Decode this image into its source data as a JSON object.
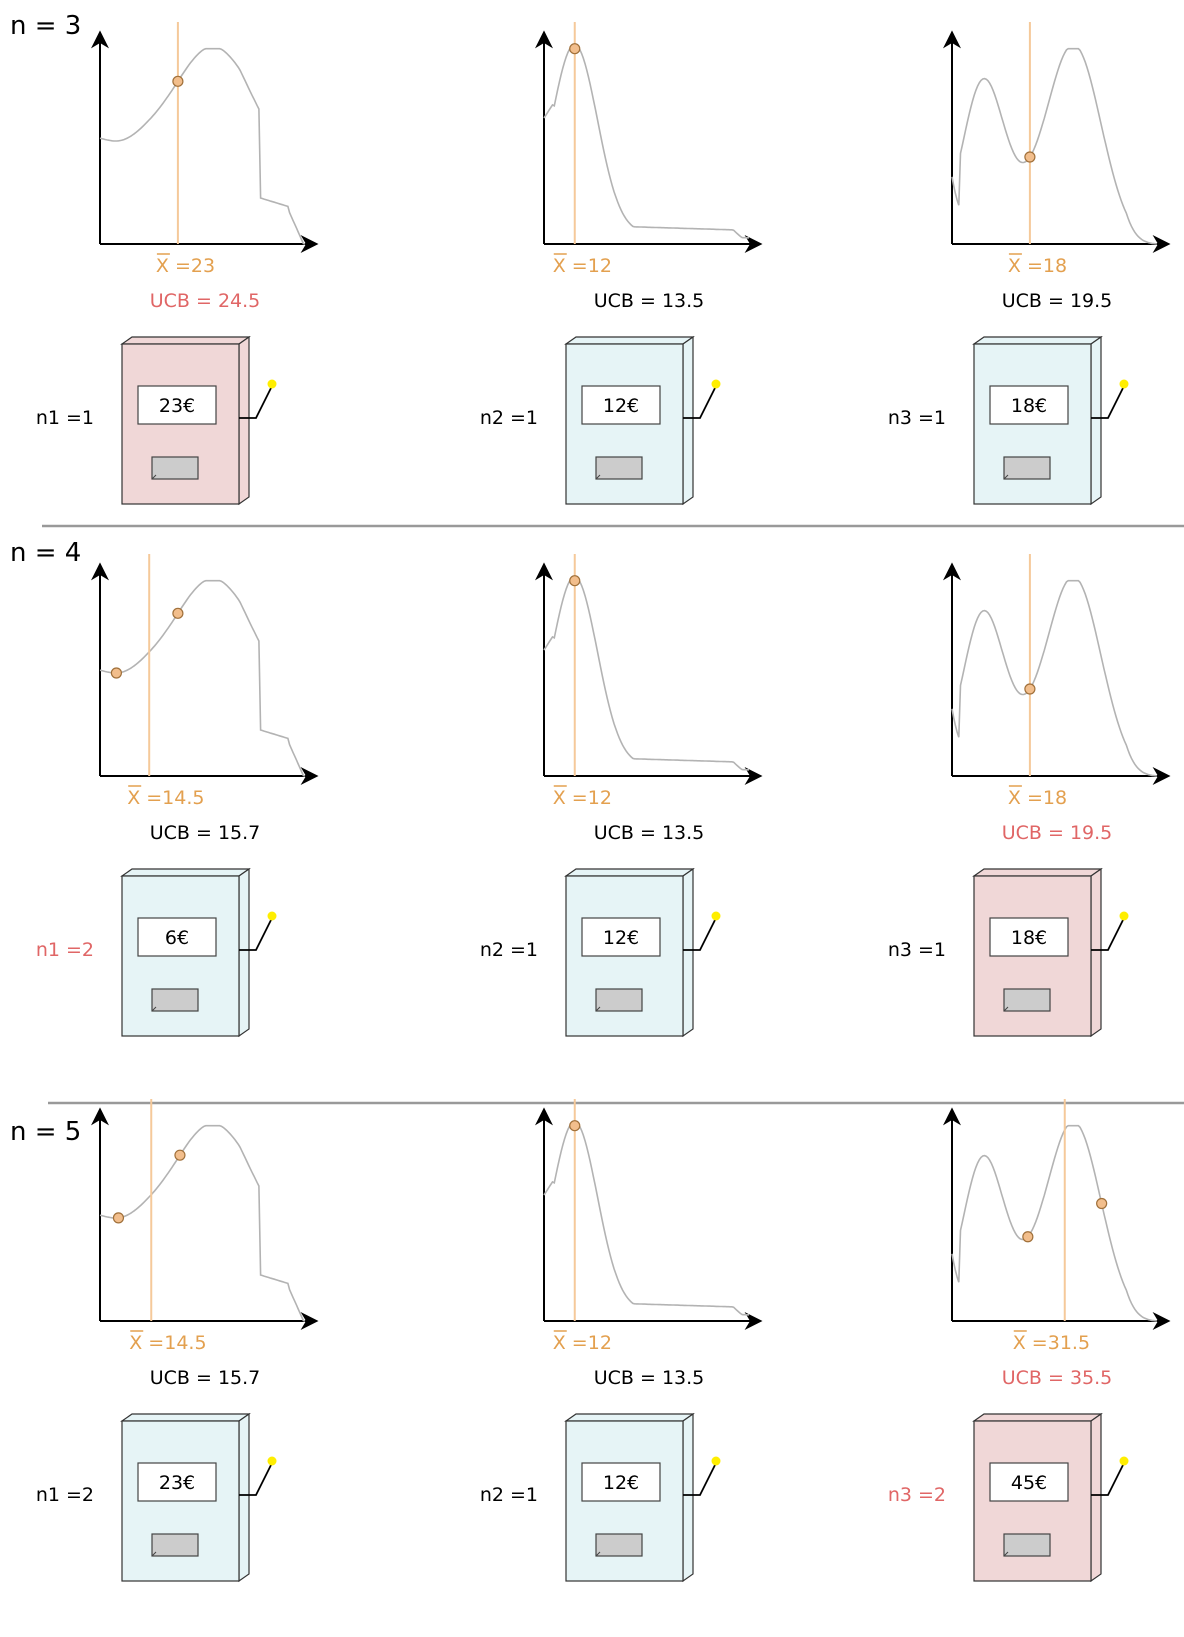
{
  "colors": {
    "mean": "#e3a04f",
    "mean_line": "#f5c99a",
    "highlight": "#e06666",
    "text": "#000000",
    "curve": "#b3b3b3",
    "dot_fill": "#f2be8c",
    "dot_stroke": "#a0703a",
    "machine_selected": "#f0d7d7",
    "machine_default": "#e6f4f6",
    "knob": "#ffee00",
    "separator": "#999999"
  },
  "rounds": [
    {
      "label": "n = 3",
      "arms": [
        {
          "mean_label": "X =23",
          "ucb_label": "UCB = 24.5",
          "ucb_highlight": true,
          "count_label": "n1 =1",
          "count_highlight": false,
          "reward_label": "23€",
          "machine_selected": true,
          "mean_line_x": 0.38,
          "samples_x": [
            0.38
          ]
        },
        {
          "mean_label": "X =12",
          "ucb_label": "UCB = 13.5",
          "ucb_highlight": false,
          "count_label": "n2 =1",
          "count_highlight": false,
          "reward_label": "12€",
          "machine_selected": false,
          "mean_line_x": 0.15,
          "samples_x": [
            0.15
          ]
        },
        {
          "mean_label": "X =18",
          "ucb_label": "UCB = 19.5",
          "ucb_highlight": false,
          "count_label": "n3 =1",
          "count_highlight": false,
          "reward_label": "18€",
          "machine_selected": false,
          "mean_line_x": 0.38,
          "samples_x": [
            0.38
          ]
        }
      ]
    },
    {
      "label": "n = 4",
      "arms": [
        {
          "mean_label": "X =14.5",
          "ucb_label": "UCB = 15.7",
          "ucb_highlight": false,
          "count_label": "n1 =2",
          "count_highlight": true,
          "reward_label": "6€",
          "machine_selected": false,
          "mean_line_x": 0.24,
          "samples_x": [
            0.08,
            0.38
          ]
        },
        {
          "mean_label": "X =12",
          "ucb_label": "UCB = 13.5",
          "ucb_highlight": false,
          "count_label": "n2 =1",
          "count_highlight": false,
          "reward_label": "12€",
          "machine_selected": false,
          "mean_line_x": 0.15,
          "samples_x": [
            0.15
          ]
        },
        {
          "mean_label": "X =18",
          "ucb_label": "UCB = 19.5",
          "ucb_highlight": true,
          "count_label": "n3 =1",
          "count_highlight": false,
          "reward_label": "18€",
          "machine_selected": true,
          "mean_line_x": 0.38,
          "samples_x": [
            0.38
          ]
        }
      ]
    },
    {
      "label": "n = 5",
      "arms": [
        {
          "mean_label": "X =14.5",
          "ucb_label": "UCB = 15.7",
          "ucb_highlight": false,
          "count_label": "n1 =2",
          "count_highlight": false,
          "reward_label": "23€",
          "machine_selected": false,
          "mean_line_x": 0.25,
          "samples_x": [
            0.09,
            0.39
          ]
        },
        {
          "mean_label": "X =12",
          "ucb_label": "UCB = 13.5",
          "ucb_highlight": false,
          "count_label": "n2 =1",
          "count_highlight": false,
          "reward_label": "12€",
          "machine_selected": false,
          "mean_line_x": 0.15,
          "samples_x": [
            0.15
          ]
        },
        {
          "mean_label": "X =31.5",
          "ucb_label": "UCB = 35.5",
          "ucb_highlight": true,
          "count_label": "n3 =2",
          "count_highlight": true,
          "reward_label": "45€",
          "machine_selected": true,
          "mean_line_x": 0.55,
          "samples_x": [
            0.37,
            0.73
          ]
        }
      ]
    }
  ]
}
